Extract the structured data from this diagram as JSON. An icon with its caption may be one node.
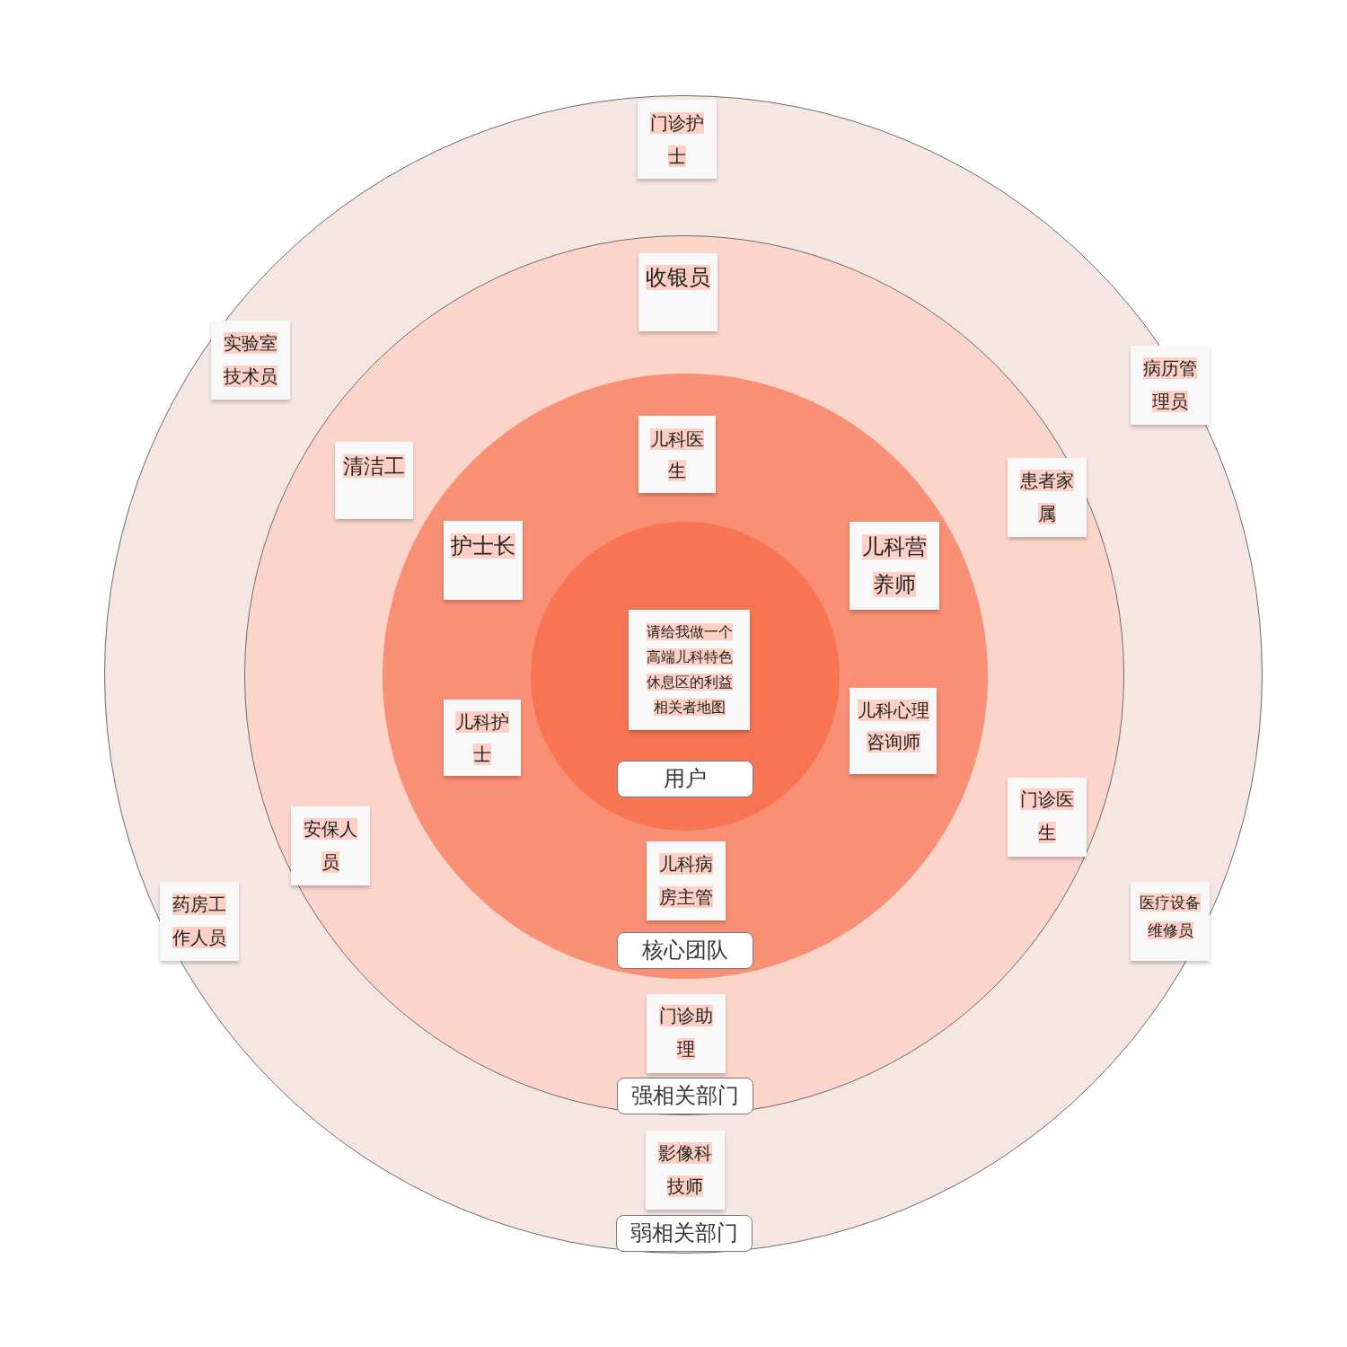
{
  "diagram": {
    "nodes": [
      {
        "text": [
          "弱相关部门"
        ]
      },
      {
        "text": [
          "门诊护士"
        ],
        "in": 0
      },
      {
        "text": [
          "实验室技术员"
        ],
        "in": 0
      },
      {
        "text": [
          "病历管理员"
        ],
        "in": 0
      },
      {
        "text": [
          "药房工作人员"
        ],
        "in": 0
      },
      {
        "text": [
          "医疗设备维修员"
        ],
        "in": 0
      },
      {
        "text": [
          "影像科技师"
        ],
        "in": 0
      },
      {
        "text": [
          "强相关部门"
        ],
        "in": 0
      },
      {
        "text": [
          "收银员"
        ],
        "in": 7
      },
      {
        "text": [
          "清洁工"
        ],
        "in": 7
      },
      {
        "text": [
          "患者家属"
        ],
        "in": 7
      },
      {
        "text": [
          "安保人员"
        ],
        "in": 7
      },
      {
        "text": [
          "门诊医生"
        ],
        "in": 7
      },
      {
        "text": [
          "门诊助理"
        ],
        "in": 7
      },
      {
        "text": [
          "核心团队"
        ],
        "in": 7
      },
      {
        "text": [
          "儿科医生"
        ],
        "in": 14
      },
      {
        "text": [
          "护士长"
        ],
        "in": 14
      },
      {
        "text": [
          "儿科营养师"
        ],
        "in": 14
      },
      {
        "text": [
          "儿科护士"
        ],
        "in": 14
      },
      {
        "text": [
          "儿科心理咨询师"
        ],
        "in": 14
      },
      {
        "text": [
          "儿科病房主管"
        ],
        "in": 14
      },
      {
        "text": [
          "用户"
        ],
        "in": 14
      },
      {
        "text": [
          "请给我做一个高端儿科特色休息区的利益相关者地图"
        ],
        "in": 21
      }
    ]
  }
}
